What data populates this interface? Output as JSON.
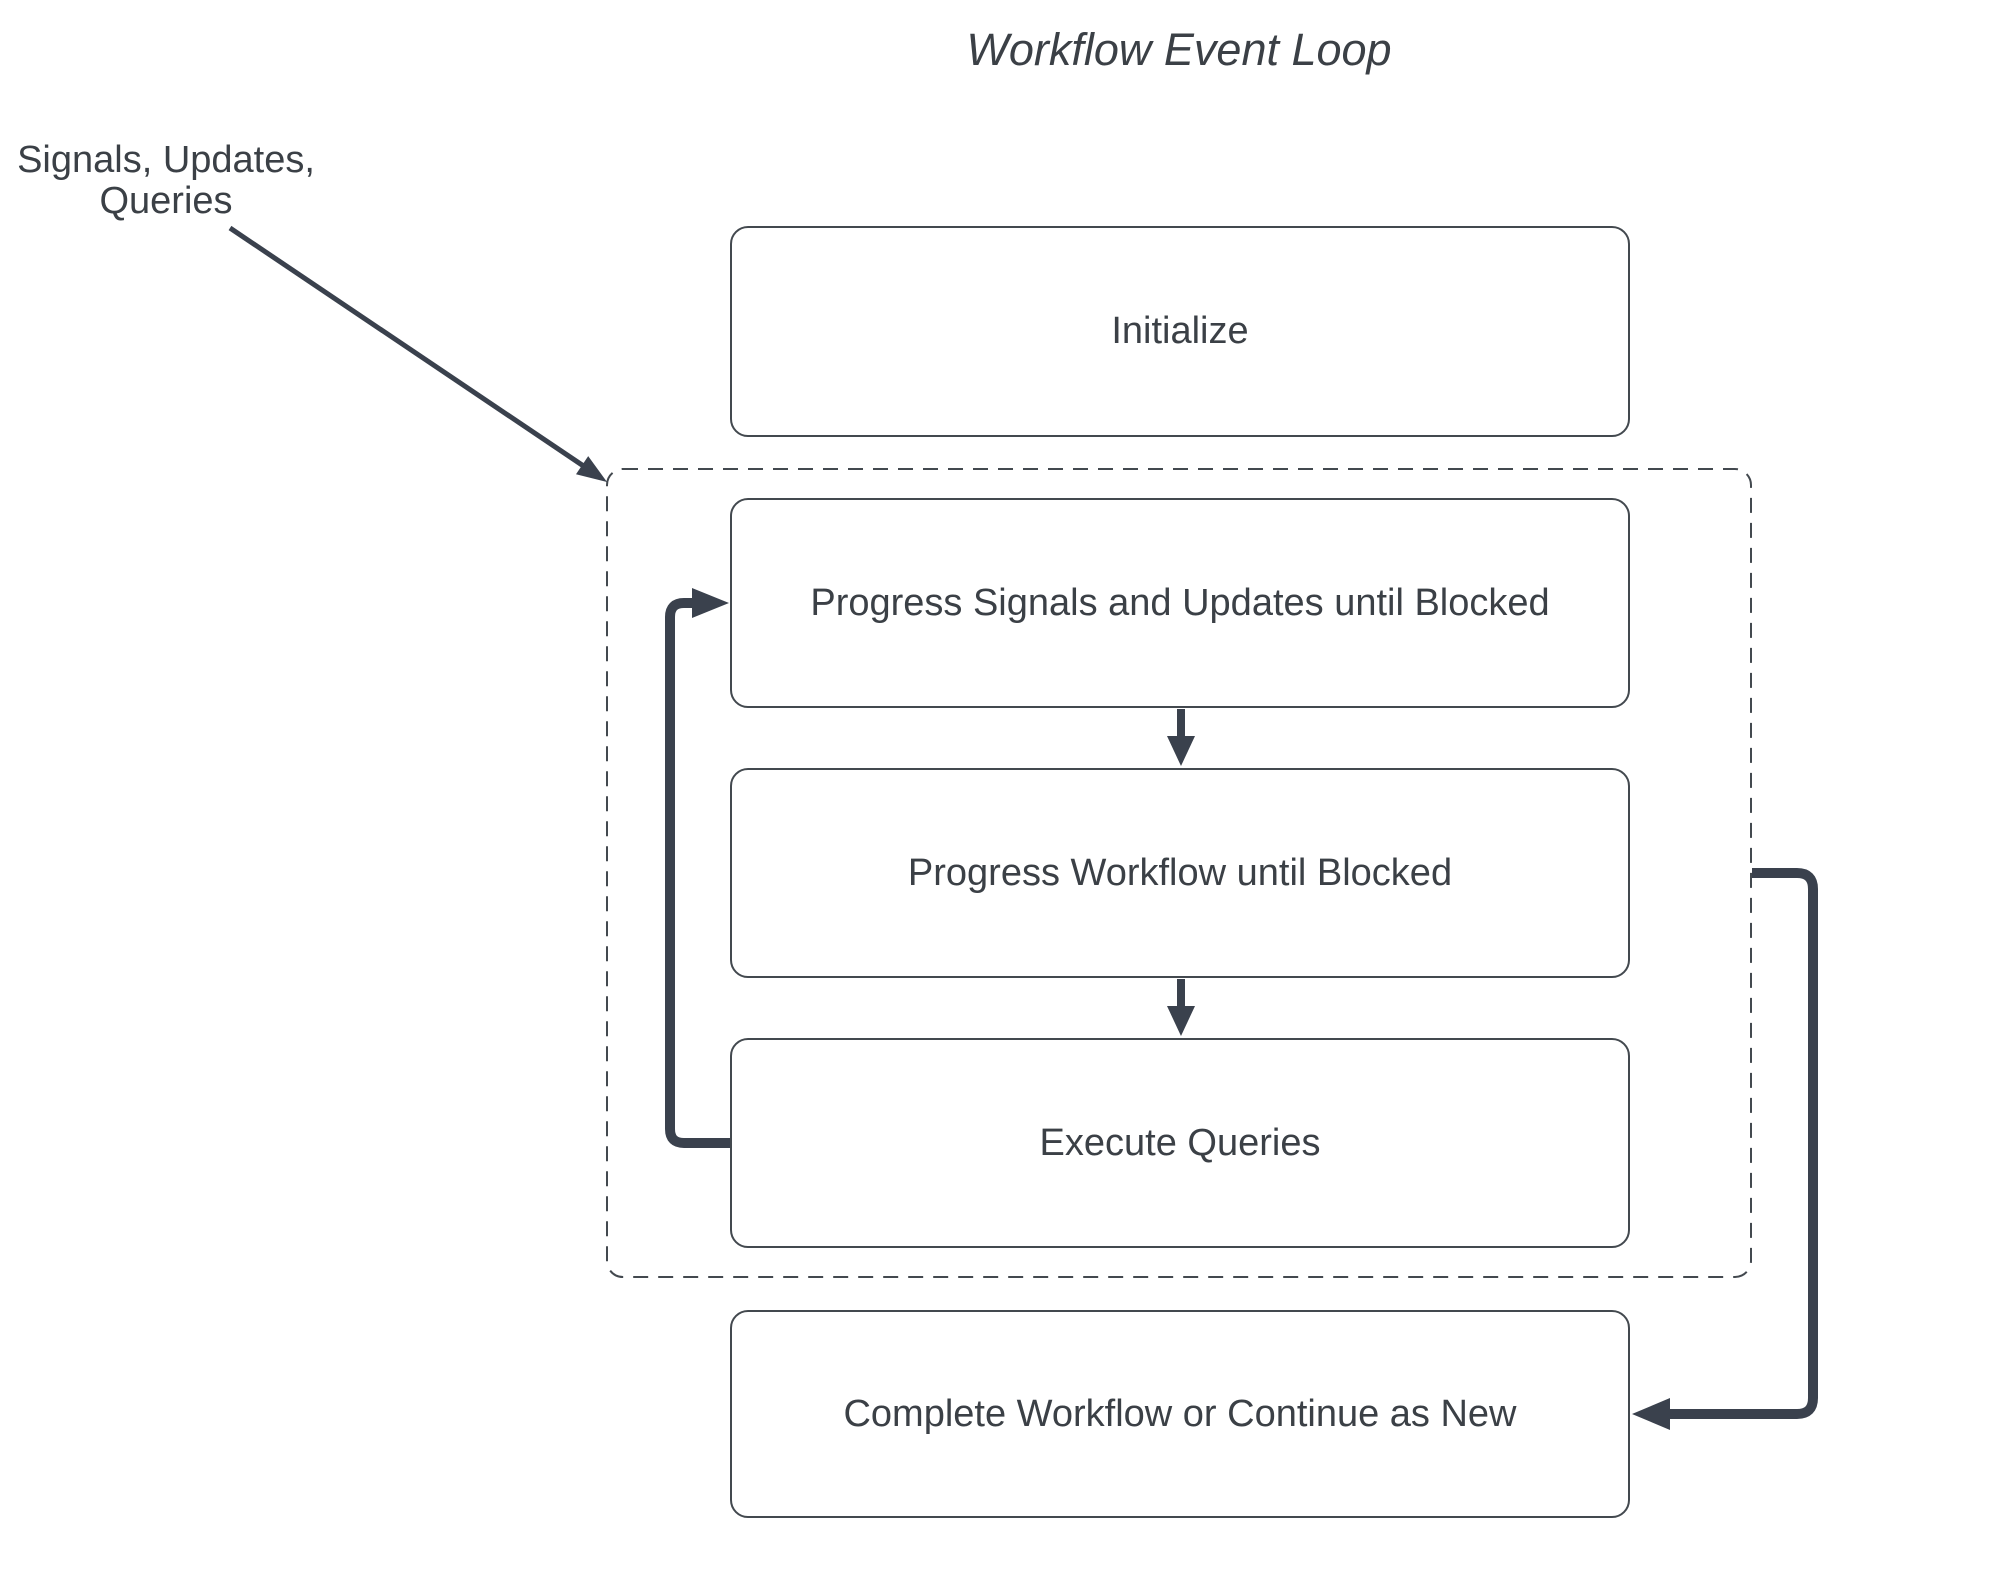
{
  "title": "Workflow Event Loop",
  "annotation": {
    "label": "Signals, Updates,\nQueries"
  },
  "nodes": [
    {
      "id": "initialize",
      "label": "Initialize"
    },
    {
      "id": "progress-signals",
      "label": "Progress Signals and Updates until Blocked"
    },
    {
      "id": "progress-workflow",
      "label": "Progress Workflow until Blocked"
    },
    {
      "id": "execute-queries",
      "label": "Execute Queries"
    },
    {
      "id": "complete",
      "label": "Complete Workflow or Continue as New"
    }
  ],
  "container": {
    "id": "event-loop-boundary",
    "style": "dashed"
  },
  "edges": [
    {
      "from": "signals-updates-queries-label",
      "to": "event-loop-boundary",
      "kind": "annotation-arrow"
    },
    {
      "from": "progress-signals",
      "to": "progress-workflow",
      "kind": "down-arrow"
    },
    {
      "from": "progress-workflow",
      "to": "execute-queries",
      "kind": "down-arrow"
    },
    {
      "from": "execute-queries",
      "to": "progress-signals",
      "kind": "loop-back-arrow"
    },
    {
      "from": "event-loop-boundary",
      "to": "complete",
      "kind": "exit-arrow"
    }
  ],
  "colors": {
    "bg": "#ffffff",
    "ink": "#3b4046",
    "border": "#43494f",
    "arrow": "#3a414d"
  }
}
